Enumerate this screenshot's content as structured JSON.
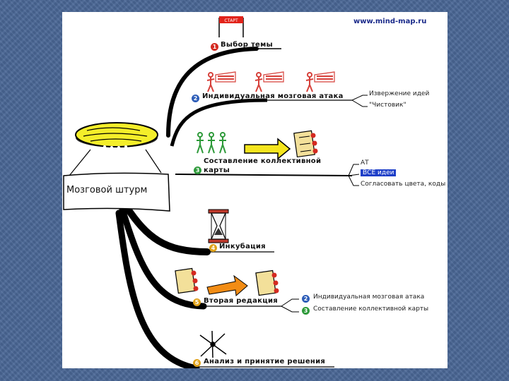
{
  "site": "www.mind-map.ru",
  "center": {
    "label": "Мозговой штурм"
  },
  "flag_text": "СТАРТ",
  "branches": [
    {
      "num": "1",
      "label": "Выбор темы",
      "color": "#d42a20"
    },
    {
      "num": "2",
      "label": "Индивидуальная мозговая атака",
      "color": "#2d5db8",
      "children": [
        "Извержение идей",
        "\"Чистовик\""
      ]
    },
    {
      "num": "3",
      "label_line1": "Составление коллективной",
      "label_line2": "карты",
      "color": "#2e9a3a",
      "children": [
        "АТ",
        "ВСЕ идеи",
        "Согласовать цвета, коды"
      ]
    },
    {
      "num": "4",
      "label": "Инкубация",
      "color": "#e0a21a"
    },
    {
      "num": "5",
      "label": "Вторая редакция",
      "color": "#e0a21a",
      "children": [
        {
          "num": "2",
          "label": "Индивидуальная мозговая атака",
          "color": "#2d5db8"
        },
        {
          "num": "3",
          "label": "Составление коллективной карты",
          "color": "#2e9a3a"
        }
      ]
    },
    {
      "num": "6",
      "label": "Анализ и принятие решения",
      "color": "#e0a21a"
    }
  ]
}
